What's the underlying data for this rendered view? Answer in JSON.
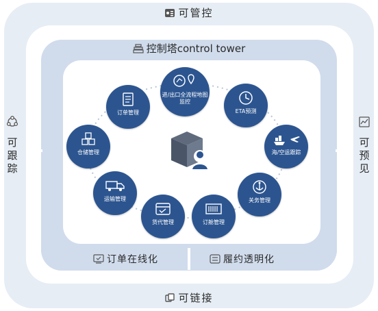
{
  "outer": {
    "top": "可管控",
    "bottom": "可链接",
    "left": "可跟踪",
    "right": "可预见"
  },
  "control_tower": "控制塔control tower",
  "bottom_split": {
    "left": "订单在线化",
    "right": "履约透明化"
  },
  "nodes": [
    "进/出口全流程地图监控",
    "ETA预测",
    "海/空运跟踪",
    "关务管理",
    "订舱管理",
    "货代管理",
    "运输管理",
    "仓储管理",
    "订单管理"
  ],
  "colors": {
    "node": "#2c5590",
    "band": "#d0dcec",
    "outer": "#e6edf5"
  }
}
